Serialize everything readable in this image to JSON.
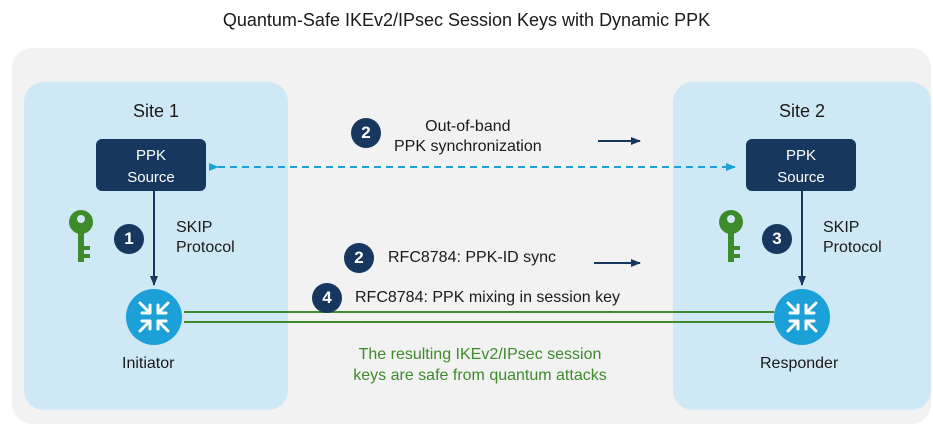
{
  "title": "Quantum-Safe IKEv2/IPsec Session Keys with Dynamic PPK",
  "site1": {
    "label": "Site 1",
    "ppk_line1": "PPK",
    "ppk_line2": "Source",
    "skip_line1": "SKIP",
    "skip_line2": "Protocol",
    "device": "Initiator"
  },
  "site2": {
    "label": "Site 2",
    "ppk_line1": "PPK",
    "ppk_line2": "Source",
    "skip_line1": "SKIP",
    "skip_line2": "Protocol",
    "device": "Responder"
  },
  "badges": {
    "b1": "1",
    "b2a": "2",
    "b2b": "2",
    "b3": "3",
    "b4": "4"
  },
  "oob_line1": "Out-of-band",
  "oob_line2": "PPK synchronization",
  "ppkid_sync": "RFC8784: PPK-ID sync",
  "ppk_mixing": "RFC8784: PPK mixing in session key",
  "result_line1": "The resulting IKEv2/IPsec session",
  "result_line2": "keys are safe from quantum attacks",
  "colors": {
    "navy": "#17375e",
    "site_bg": "#cfe8f6",
    "router": "#1ba0d7",
    "green": "#3d8b2a",
    "dashed": "#1ba0d7"
  },
  "icons": [
    "key-icon",
    "router-icon",
    "arrow-icon"
  ]
}
